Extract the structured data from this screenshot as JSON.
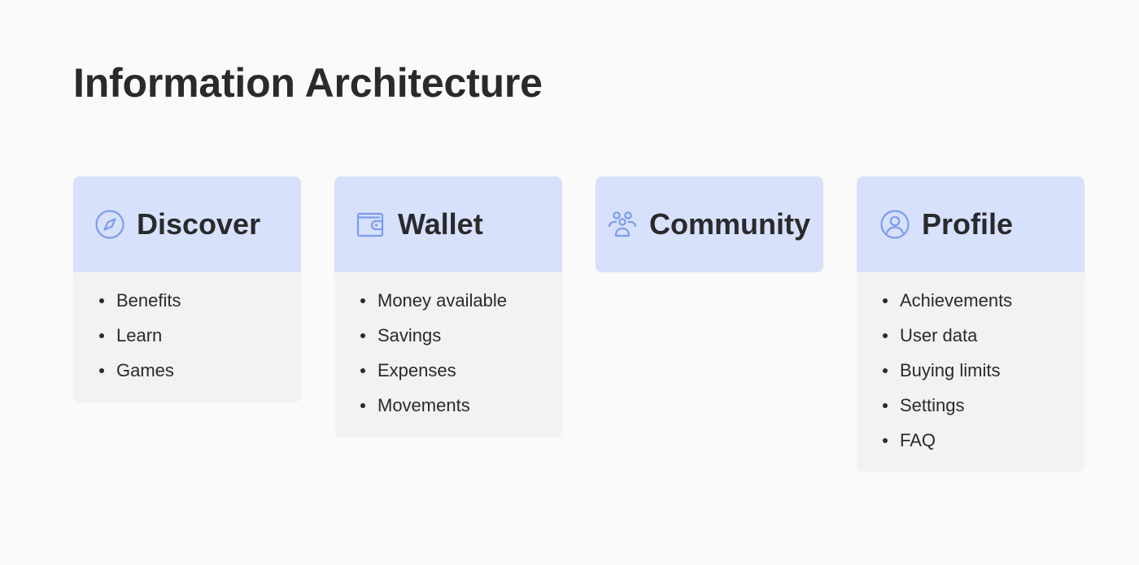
{
  "title": "Information Architecture",
  "accent_color": "#7b9cef",
  "card_header_color": "#d8e1fb",
  "card_body_color": "#f2f2f2",
  "sections": [
    {
      "label": "Discover",
      "icon": "compass-icon",
      "items": [
        "Benefits",
        "Learn",
        "Games"
      ]
    },
    {
      "label": "Wallet",
      "icon": "wallet-icon",
      "items": [
        "Money available",
        "Savings",
        "Expenses",
        "Movements"
      ]
    },
    {
      "label": "Community",
      "icon": "people-group-icon",
      "items": []
    },
    {
      "label": "Profile",
      "icon": "user-circle-icon",
      "items": [
        "Achievements",
        "User data",
        "Buying limits",
        "Settings",
        "FAQ"
      ]
    }
  ]
}
